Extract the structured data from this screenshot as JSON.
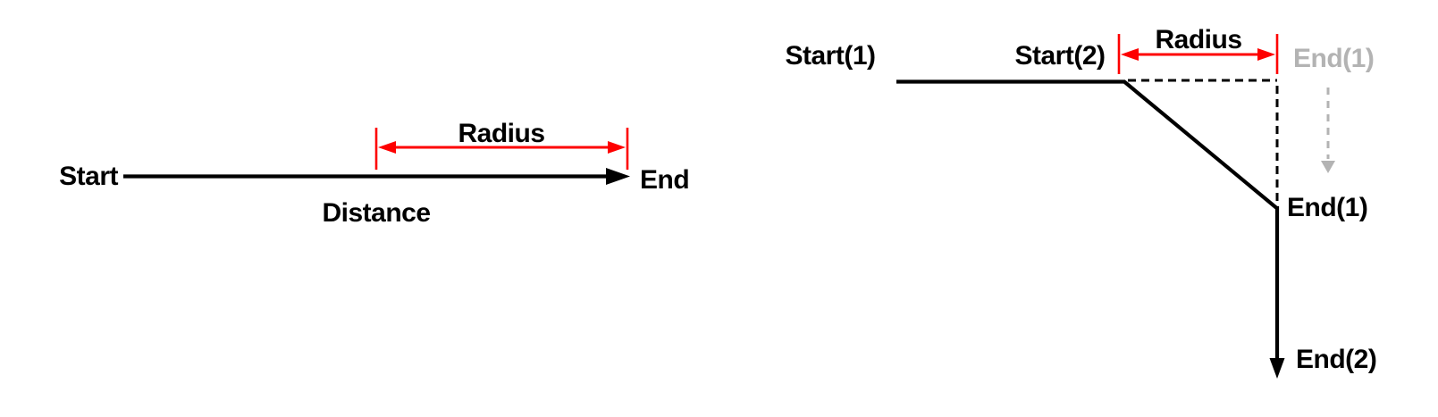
{
  "colors": {
    "black": "#000000",
    "red": "#fe0000",
    "gray": "#b3b3b3",
    "background": "#ffffff"
  },
  "figure_straight": {
    "description": "straight path with distance and end radius",
    "start_label": "Start",
    "end_label": "End",
    "radius_label": "Radius",
    "distance_label": "Distance"
  },
  "figure_smoothed": {
    "description": "two-segment path smoothed by radius, original corner shown dashed",
    "start1_label": "Start(1)",
    "start2_label": "Start(2)",
    "radius_label": "Radius",
    "end1_ghost_label": "End(1)",
    "end1_label": "End(1)",
    "end2_label": "End(2)"
  }
}
